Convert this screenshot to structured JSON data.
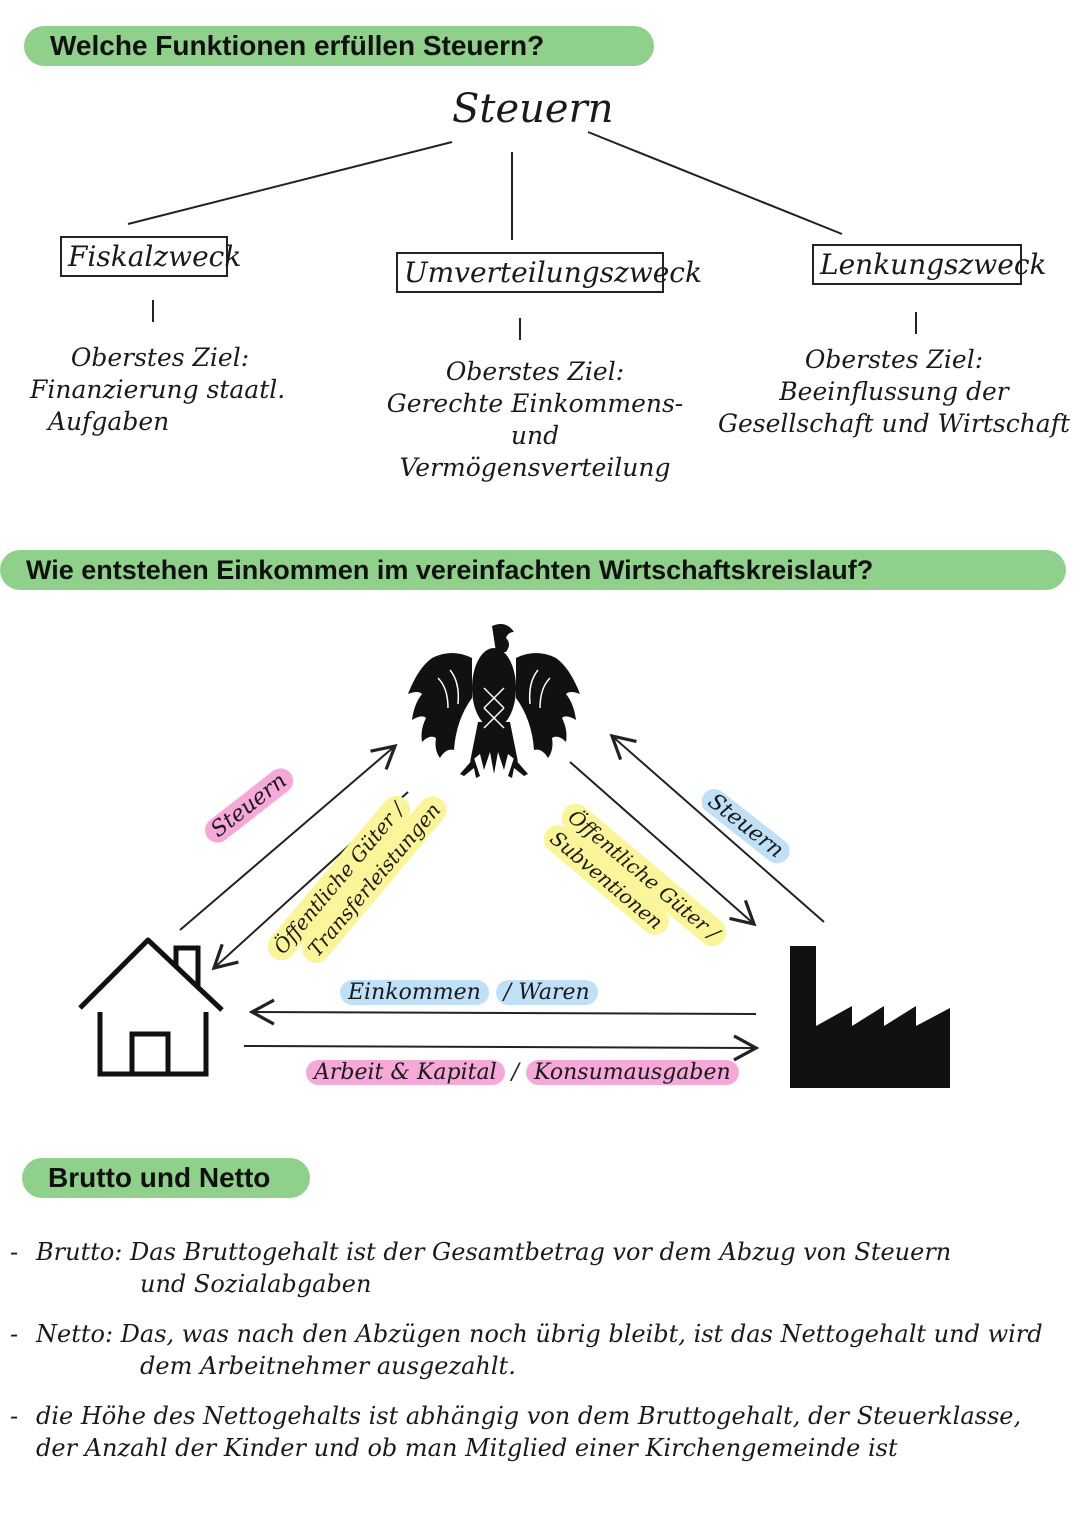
{
  "section1": {
    "heading": "Welche Funktionen erfüllen Steuern?",
    "root": "Steuern",
    "branches": [
      {
        "title": "Fiskalzweck",
        "goal_label": "Oberstes Ziel:",
        "goal_line1": "Finanzierung staatl.",
        "goal_line2": "Aufgaben"
      },
      {
        "title": "Umverteilungszweck",
        "goal_label": "Oberstes Ziel:",
        "goal_line1": "Gerechte Einkommens-",
        "goal_line2": "und Vermögensverteilung"
      },
      {
        "title": "Lenkungszweck",
        "goal_label": "Oberstes Ziel:",
        "goal_line1": "Beeinflussung der",
        "goal_line2": "Gesellschaft und Wirtschaft"
      }
    ]
  },
  "section2": {
    "heading": "Wie entstehen Einkommen im vereinfachten Wirtschaftskreislauf?",
    "icons": {
      "state": "eagle-icon",
      "household": "house-icon",
      "business": "factory-icon"
    },
    "labels": {
      "left_taxes": "Steuern",
      "left_goods_1": "Öffentliche Güter /",
      "left_goods_2": "Transferleistungen",
      "right_taxes": "Steuern",
      "right_goods_1": "Öffentliche Güter /",
      "right_goods_2": "Subventionen",
      "top_flow_1": "Einkommen",
      "top_flow_sep": "/",
      "top_flow_2": "Waren",
      "bottom_flow_1": "Arbeit & Kapital",
      "bottom_flow_sep": "/",
      "bottom_flow_2": "Konsumausgaben"
    },
    "colors": {
      "pink": "#f6a8d8",
      "yellow": "#fbf59a",
      "blue": "#bfe0f7",
      "green": "#8fd18a"
    }
  },
  "section3": {
    "heading": "Brutto und Netto",
    "bullets": [
      {
        "term": "Brutto:",
        "line1": "Das Bruttogehalt ist der Gesamtbetrag vor dem Abzug von Steuern",
        "line2": "und Sozialabgaben"
      },
      {
        "term": "Netto:",
        "line1": "Das, was nach den Abzügen noch übrig bleibt, ist das Nettogehalt und wird",
        "line2": "dem Arbeitnehmer ausgezahlt."
      },
      {
        "term": "",
        "line1": "die Höhe des Nettogehalts ist abhängig von dem Bruttogehalt, der Steuerklasse,",
        "line2": "der Anzahl der Kinder und ob man Mitglied einer Kirchengemeinde ist"
      }
    ]
  }
}
